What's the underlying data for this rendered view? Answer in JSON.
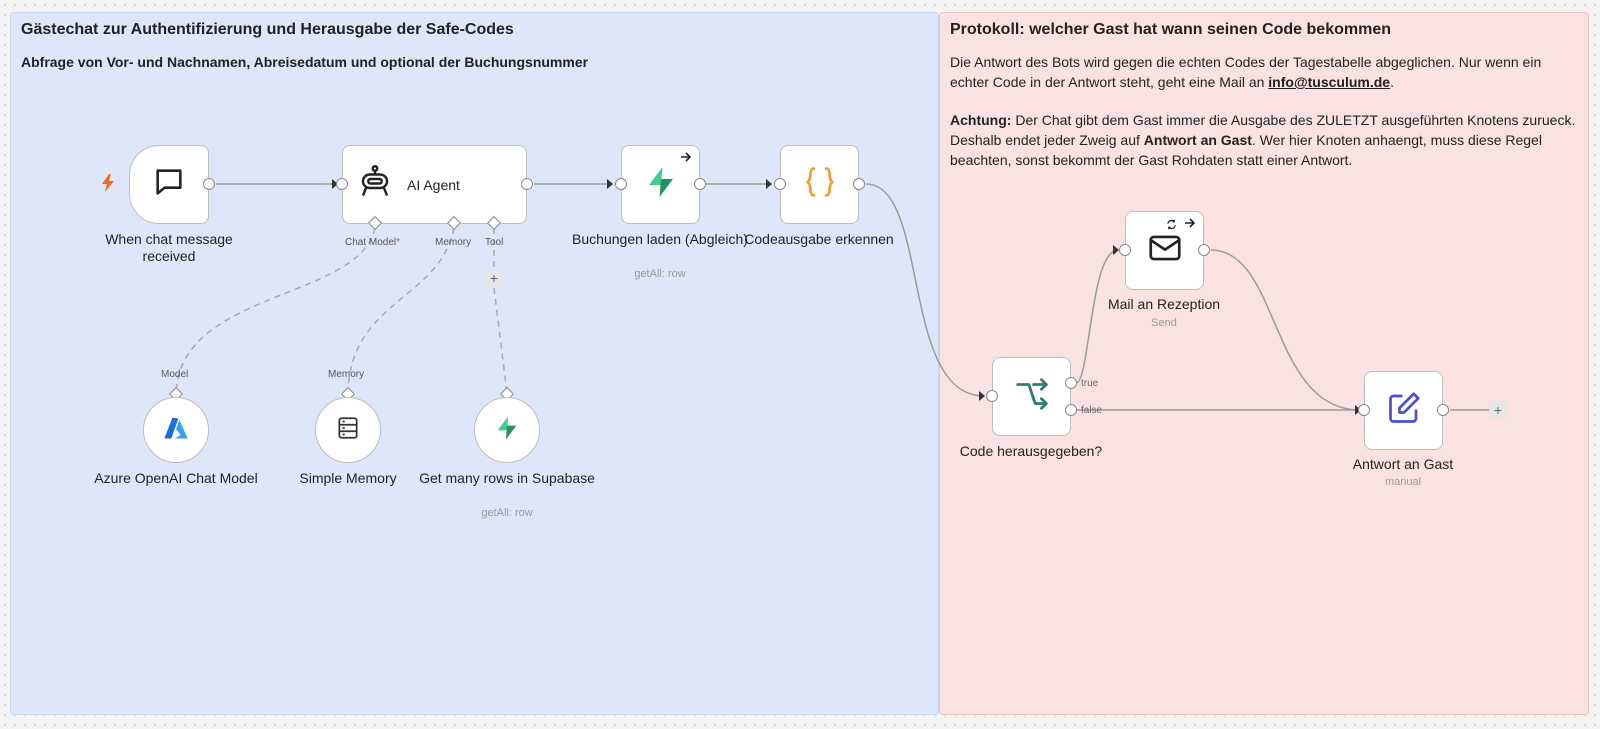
{
  "sticky_left": {
    "title": "Gästechat zur Authentifizierung und Herausgabe der Safe-Codes",
    "subtitle": "Abfrage von Vor- und Nachnamen, Abreisedatum und optional der Buchungsnummer"
  },
  "sticky_right": {
    "title": "Protokoll: welcher Gast hat wann seinen Code bekommen",
    "p1_text": "Die Antwort des Bots wird gegen die echten Codes der Tagestabelle abgeglichen. Nur wenn ein echter Code in der Antwort steht, geht eine Mail an ",
    "p1_link": "info@tusculum.de",
    "p1_end": ".",
    "p2_bold1": "Achtung:",
    "p2_text1": " Der Chat gibt dem Gast immer die Ausgabe des ZULETZT ausgeführten Knotens zurueck. Deshalb endet jeder Zweig auf ",
    "p2_bold2": "Antwort an Gast",
    "p2_text2": ". Wer hier Knoten anhaengt, muss diese Regel beachten, sonst bekommt der Gast Rohdaten statt einer Antwort."
  },
  "nodes": {
    "chat_trigger": {
      "label": "When chat message received",
      "icon": "chat-bubble-icon"
    },
    "ai_agent": {
      "label": "AI Agent",
      "icon": "robot-icon",
      "ports": [
        "Chat Model",
        "Memory",
        "Tool"
      ],
      "required_mark": "*"
    },
    "buchungen": {
      "label": "Buchungen laden (Abgleich)",
      "sublabel": "getAll: row",
      "icon": "supabase-icon"
    },
    "codeausgabe": {
      "label": "Codeausgabe erkennen",
      "icon": "code-braces-icon"
    },
    "azure": {
      "label": "Azure OpenAI Chat Model",
      "port": "Model",
      "icon": "azure-icon"
    },
    "memory": {
      "label": "Simple Memory",
      "port": "Memory",
      "icon": "database-icon"
    },
    "supabase_tool": {
      "label": "Get many rows in Supabase",
      "sublabel": "getAll: row",
      "icon": "supabase-icon"
    },
    "if_node": {
      "label": "Code herausgegeben?",
      "true_label": "true",
      "false_label": "false",
      "icon": "branch-icon"
    },
    "mail": {
      "label": "Mail an Rezeption",
      "sublabel": "Send",
      "icon": "mail-icon"
    },
    "antwort": {
      "label": "Antwort an Gast",
      "sublabel": "manual",
      "icon": "edit-icon"
    }
  },
  "plus_symbol": "+",
  "colors": {
    "sticky_left": "#dde7f9",
    "sticky_right": "#fbe2e2",
    "trigger_bolt": "#f26b21",
    "supabase_green": "#3ecf8e",
    "code_orange": "#f0a030",
    "if_teal": "#2e7d74",
    "edit_indigo": "#4b4fd1"
  }
}
